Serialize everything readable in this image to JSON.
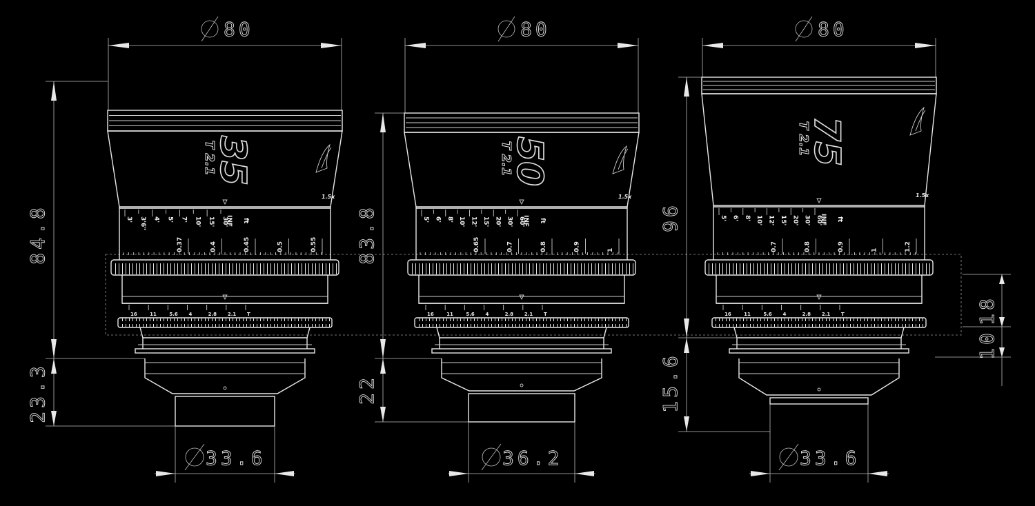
{
  "diagram": {
    "background": "#000000",
    "line_color": "#e8e8e8",
    "lenses": [
      {
        "id": "35",
        "top_diameter": "80",
        "mount_diameter": "33.6",
        "height_left": "84.8",
        "height_bottom": "23.3",
        "focal_label": "35",
        "t_stop_label": "T 2.1",
        "focus_ft_marks": [
          "3'",
          "3'6\"",
          "4'",
          "5'",
          "7'",
          "10'",
          "15'",
          "30'"
        ],
        "focus_inf": "INF",
        "focus_unit": "ft",
        "focus_m_marks": [
          "0.37",
          "0.4",
          "0.45",
          "0.5",
          "0.55"
        ],
        "t_marks": [
          "16",
          "11",
          "5.6",
          "4",
          "2.8",
          "2.1",
          "T"
        ],
        "brand_badge": "1.5x"
      },
      {
        "id": "50",
        "top_diameter": "80",
        "mount_diameter": "36.2",
        "height_left": "83.8",
        "height_bottom": "22",
        "focal_label": "50",
        "t_stop_label": "T 2.1",
        "focus_ft_marks": [
          "5'",
          "6'",
          "8'",
          "10'",
          "12'",
          "15'",
          "20'",
          "30'",
          "60'"
        ],
        "focus_inf": "INF",
        "focus_unit": "ft",
        "focus_m_marks": [
          "0.65",
          "0.7",
          "0.8",
          "0.9",
          "1"
        ],
        "t_marks": [
          "16",
          "11",
          "5.6",
          "4",
          "2.8",
          "2.1",
          "T"
        ],
        "brand_badge": "1.5x"
      },
      {
        "id": "75",
        "top_diameter": "80",
        "mount_diameter": "33.6",
        "height_left": "96",
        "height_bottom": "15.6",
        "focal_label": "75",
        "t_stop_label": "T 2.1",
        "focus_ft_marks": [
          "5'",
          "6'",
          "8'",
          "10'",
          "12'",
          "15'",
          "20'",
          "30'",
          "60'"
        ],
        "focus_inf": "INF",
        "focus_unit": "ft",
        "focus_m_marks": [
          "0.7",
          "0.8",
          "0.9",
          "1",
          "1.2"
        ],
        "t_marks": [
          "16",
          "11",
          "5.6",
          "4",
          "2.8",
          "2.1",
          "T"
        ],
        "brand_badge": "1.5x"
      }
    ],
    "gear_band_height": "18",
    "gear_band_offset": "10"
  }
}
